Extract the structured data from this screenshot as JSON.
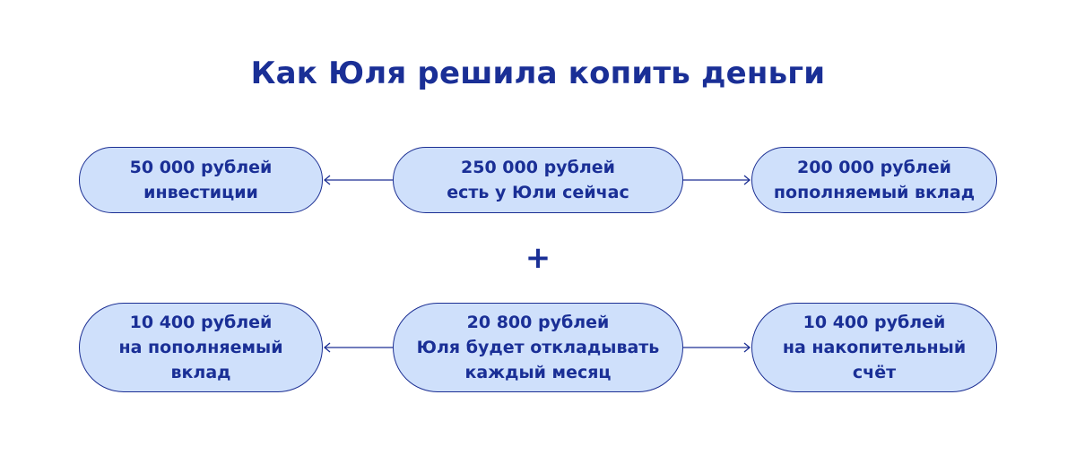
{
  "title": "Как Юля решила копить деньги",
  "top_row": {
    "left": {
      "line1": "50 000 рублей",
      "line2": "инвестиции"
    },
    "center": {
      "line1": "250 000 рублей",
      "line2": "есть у Юли сейчас"
    },
    "right": {
      "line1": "200 000 рублей",
      "line2": "пополняемый вклад"
    }
  },
  "operator": "+",
  "bottom_row": {
    "left": {
      "line1": "10 400 рублей",
      "line2": "на пополняемый",
      "line3": "вклад"
    },
    "center": {
      "line1": "20 800 рублей",
      "line2": "Юля будет откладывать",
      "line3": "каждый месяц"
    },
    "right": {
      "line1": "10 400 рублей",
      "line2": "на накопительный",
      "line3": "счёт"
    }
  },
  "colors": {
    "accent": "#1a2f96",
    "node_fill": "#cfe0fb",
    "node_border": "#1c2f93"
  }
}
